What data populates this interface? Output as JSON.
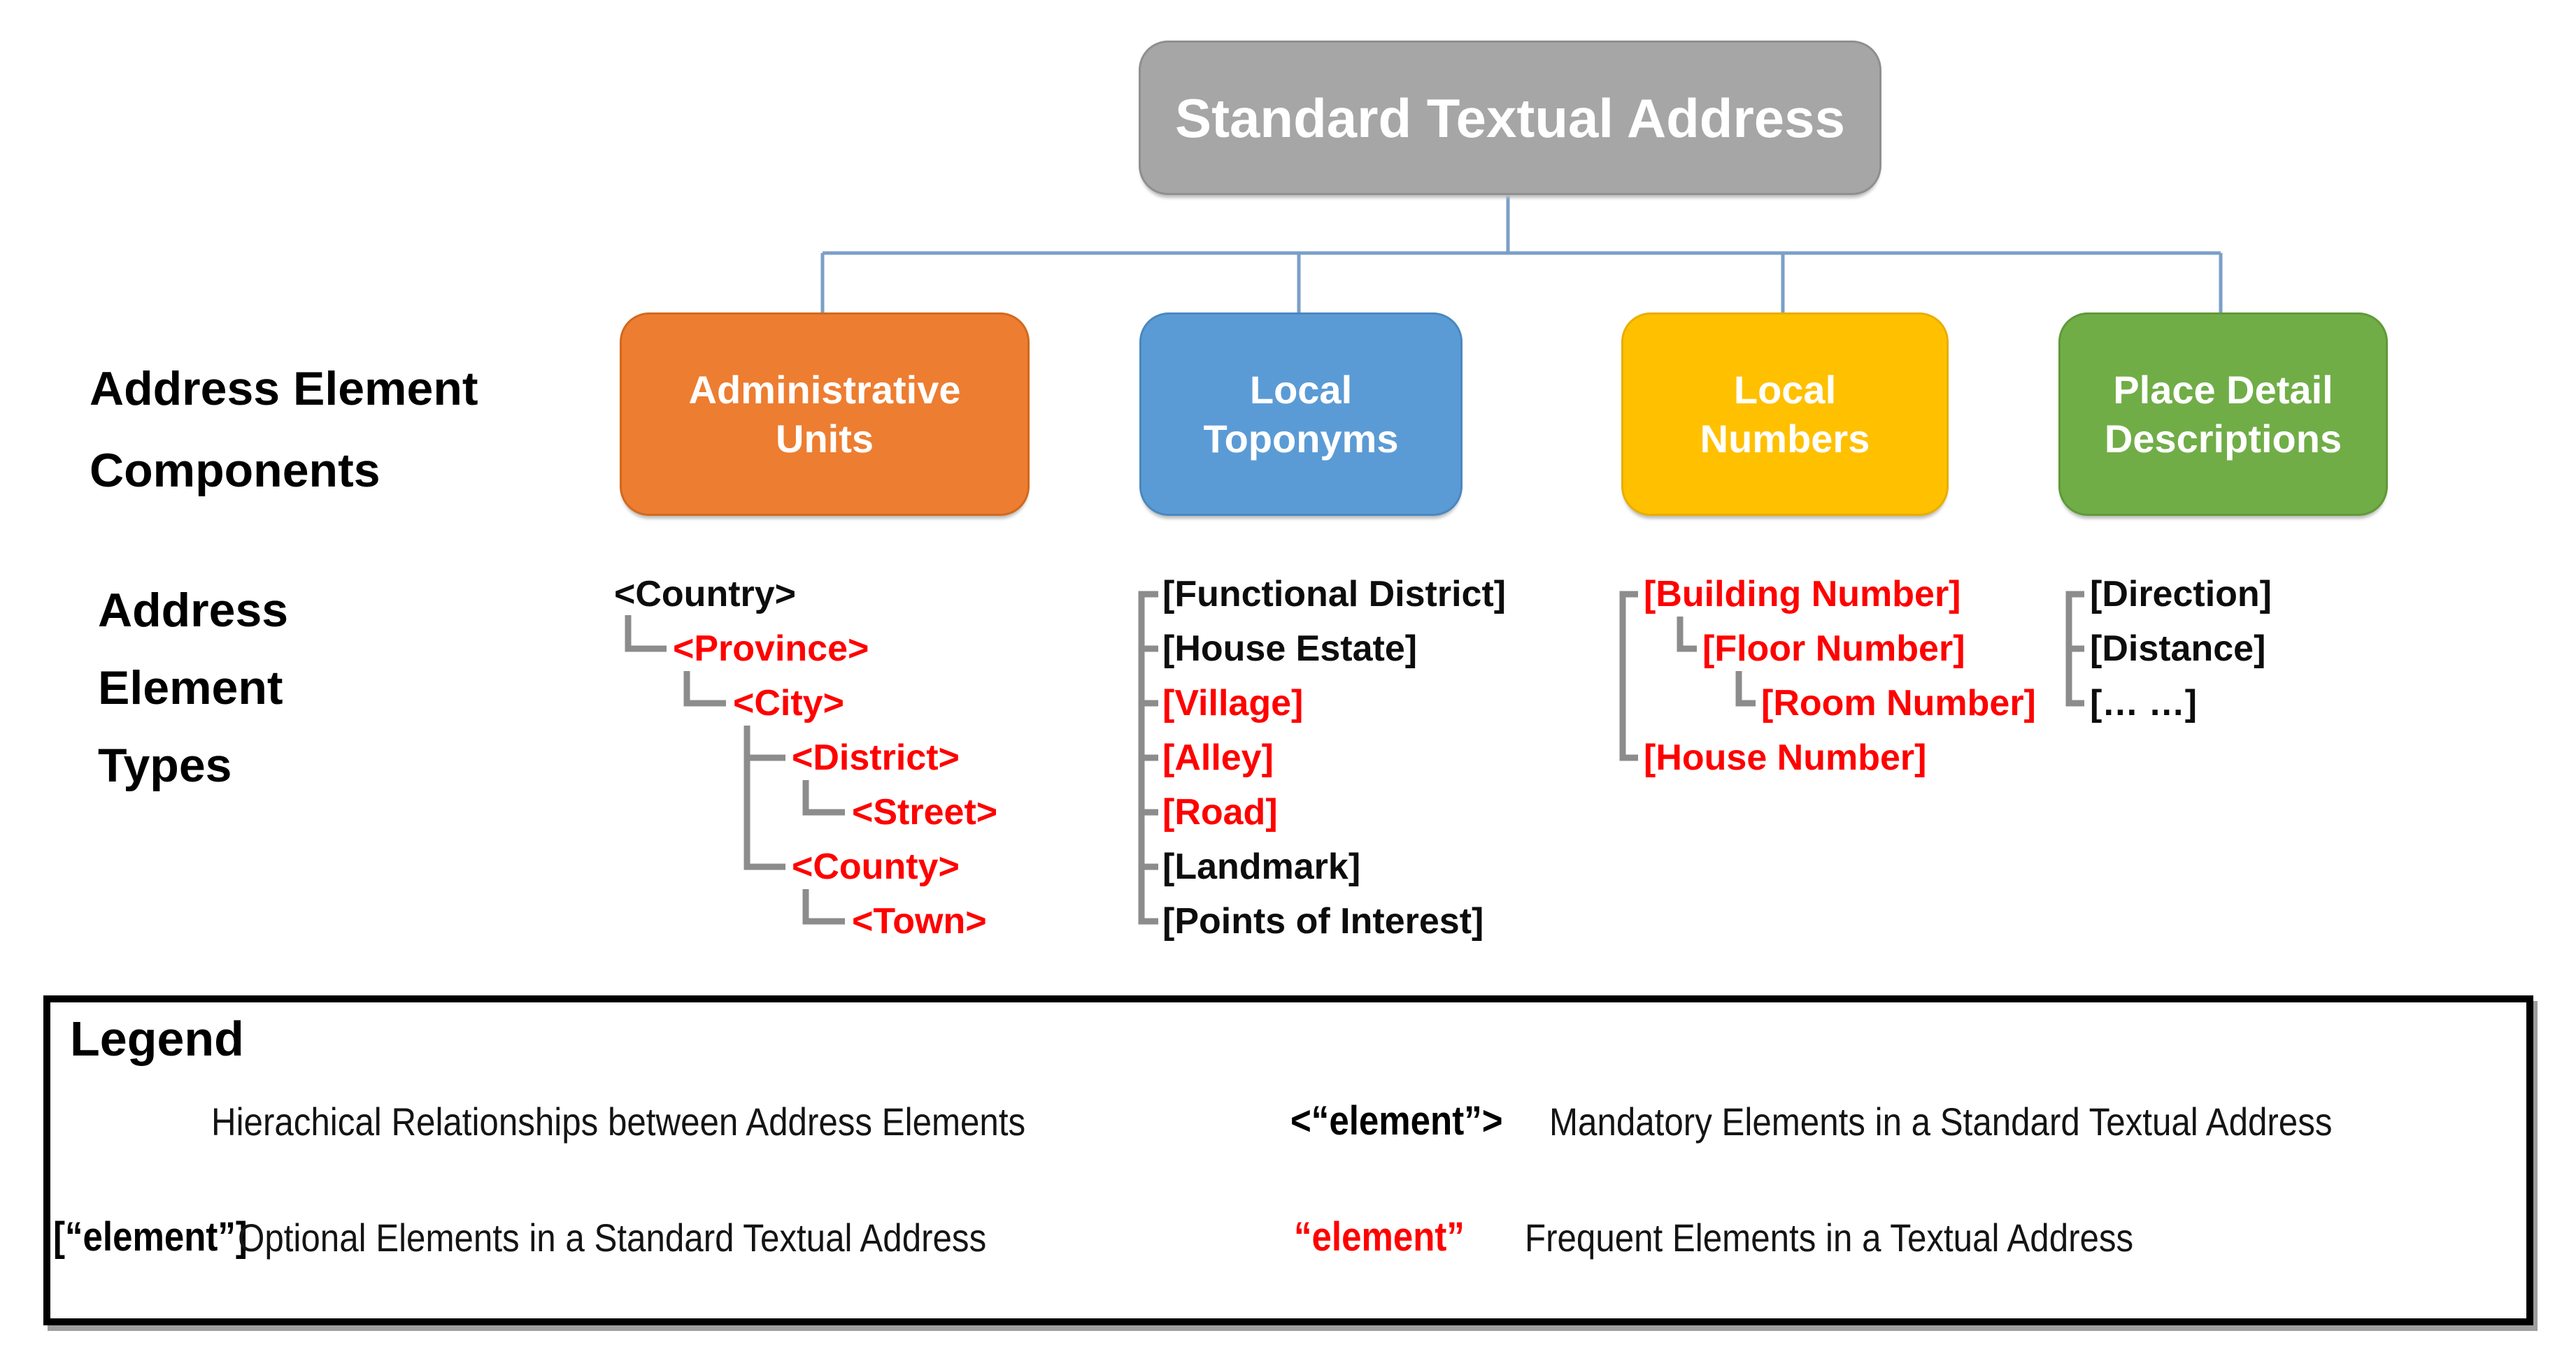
{
  "diagram": {
    "root": {
      "label": "Standard Textual Address"
    },
    "row_labels": {
      "components": "Address Element\nComponents",
      "types": "Address\nElement\nTypes"
    },
    "components": [
      {
        "id": "administrative-units",
        "label": "Administrative\nUnits",
        "color": "#ED7D31"
      },
      {
        "id": "local-toponyms",
        "label": "Local\nToponyms",
        "color": "#5B9BD5"
      },
      {
        "id": "local-numbers",
        "label": "Local\nNumbers",
        "color": "#FFC000"
      },
      {
        "id": "place-detail-descriptions",
        "label": "Place Detail\nDescriptions",
        "color": "#70AD47"
      }
    ],
    "trees": {
      "administrative_units": {
        "items": [
          {
            "text": "<Country>",
            "color": "black"
          },
          {
            "text": "<Province>",
            "color": "red"
          },
          {
            "text": "<City>",
            "color": "red"
          },
          {
            "text": "<District>",
            "color": "red"
          },
          {
            "text": "<Street>",
            "color": "red"
          },
          {
            "text": "<County>",
            "color": "red"
          },
          {
            "text": "<Town>",
            "color": "red"
          }
        ]
      },
      "local_toponyms": {
        "items": [
          {
            "text": "[Functional District]",
            "color": "black"
          },
          {
            "text": "[House Estate]",
            "color": "black"
          },
          {
            "text": "[Village]",
            "color": "red"
          },
          {
            "text": "[Alley]",
            "color": "red"
          },
          {
            "text": "[Road]",
            "color": "red"
          },
          {
            "text": "[Landmark]",
            "color": "black"
          },
          {
            "text": "[Points of Interest]",
            "color": "black"
          }
        ]
      },
      "local_numbers": {
        "items": [
          {
            "text": "[Building Number]",
            "color": "red"
          },
          {
            "text": "[Floor Number]",
            "color": "red"
          },
          {
            "text": "[Room Number]",
            "color": "red"
          },
          {
            "text": "[House Number]",
            "color": "red"
          }
        ]
      },
      "place_detail_descriptions": {
        "items": [
          {
            "text": "[Direction]",
            "color": "black"
          },
          {
            "text": "[Distance]",
            "color": "black"
          },
          {
            "text": "[… …]",
            "color": "black"
          }
        ]
      }
    },
    "legend": {
      "title": "Legend",
      "hierarchy_label": "Hierachical Relationships between Address Elements",
      "mandatory_symbol": "<“element”>",
      "mandatory_label": "Mandatory Elements in a Standard Textual Address",
      "optional_symbol": "[“element”]",
      "optional_label": "Optional Elements in a Standard Textual Address",
      "frequent_symbol": "“element”",
      "frequent_label": "Frequent Elements in a Textual Address"
    },
    "colors": {
      "red_highlight": "#FF0000",
      "black_text": "#0d0d0d",
      "connector_blue": "#7B9FC7",
      "connector_gray": "#8C8C8C",
      "root_gray": "#A6A6A6"
    }
  }
}
